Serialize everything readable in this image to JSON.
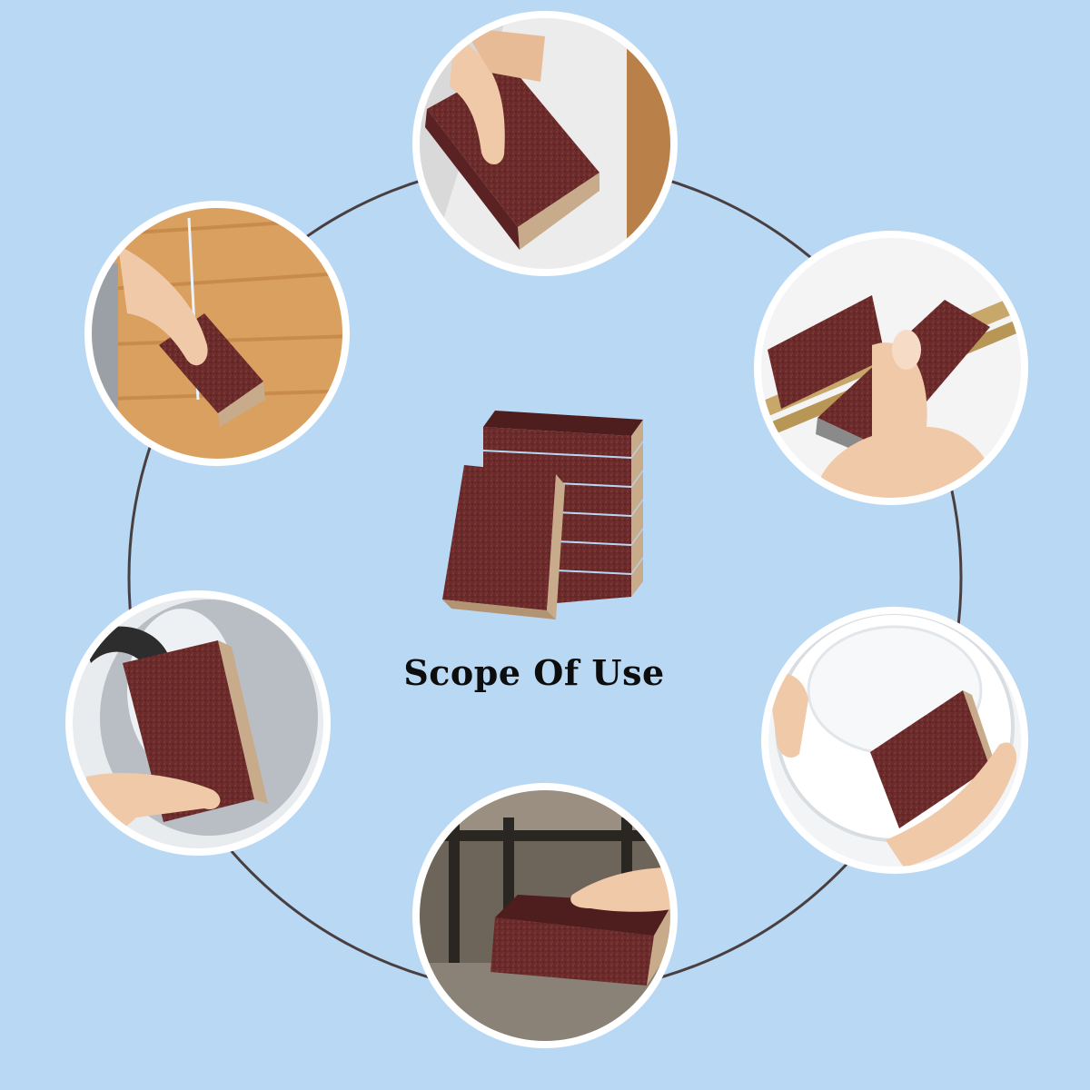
{
  "title": "Scope Of Use",
  "colors": {
    "background": "#b8d8f4",
    "ring": "#4a3f40",
    "sponge_face": "#6b2b2b",
    "sponge_dark": "#4e1d1d",
    "sponge_edge": "#c8ab8a",
    "circle_border": "#ffffff"
  },
  "scenes": [
    {
      "name": "scene-counter-top",
      "icon": "sponge-on-white-counter"
    },
    {
      "name": "scene-cutting-board",
      "icon": "sponge-on-wood-board"
    },
    {
      "name": "scene-chopsticks",
      "icon": "sponge-scrubbing-chopsticks"
    },
    {
      "name": "scene-kettle",
      "icon": "sponge-on-steel-kettle"
    },
    {
      "name": "scene-bowl",
      "icon": "sponge-on-white-bowl"
    },
    {
      "name": "scene-stove",
      "icon": "sponge-on-gas-stove"
    }
  ]
}
